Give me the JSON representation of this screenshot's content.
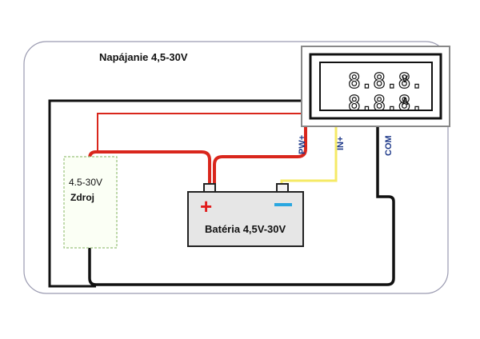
{
  "title": "Napájanie 4,5-30V",
  "source": {
    "voltage": "4.5-30V",
    "name": "Zdroj"
  },
  "battery": {
    "label": "Batéria 4,5V-30V",
    "plus_symbol": "+"
  },
  "meter": {
    "digits_top": "8.8.8.",
    "digits_bottom": "8.8.8.",
    "unit_top": "V",
    "unit_bottom": "A",
    "pins": {
      "pw": "PW+",
      "in": "IN+",
      "com": "COM"
    }
  },
  "colors": {
    "red_wire": "#d9261c",
    "yellow_wire": "#f5ea66",
    "black_wire": "#111111",
    "blue_minus": "#2aa7e0",
    "plus_red": "#e11d1d",
    "battery_body": "#e6e6e6"
  }
}
